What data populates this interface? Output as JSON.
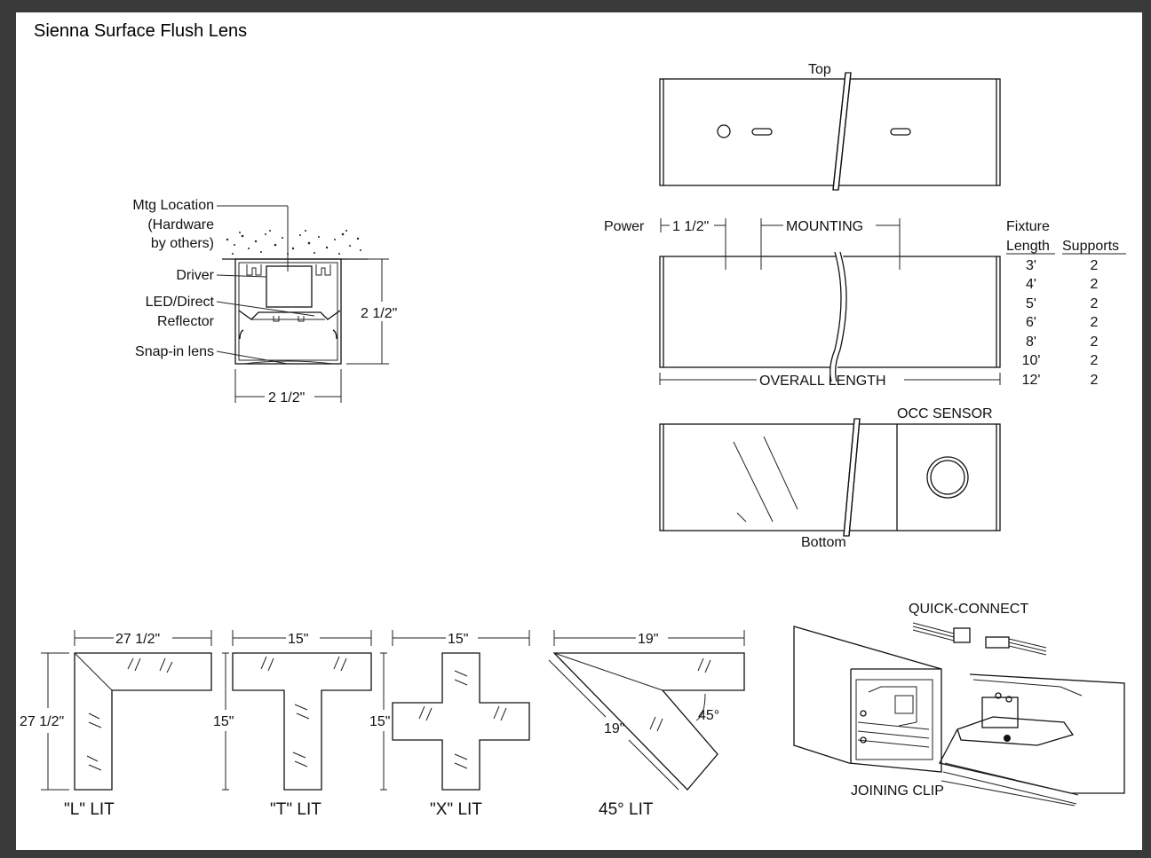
{
  "title": "Sienna Surface Flush Lens",
  "section_view": {
    "callouts": [
      "Mtg Location",
      "(Hardware",
      "by others)",
      "Driver",
      "LED/Direct",
      "Reflector",
      "Snap-in lens"
    ],
    "height_dim": "2 1/2\"",
    "width_dim": "2 1/2\""
  },
  "top_view": {
    "label": "Top"
  },
  "side_view": {
    "power": "Power",
    "offset": "1 1/2\"",
    "mounting": "MOUNTING",
    "overall": "OVERALL LENGTH"
  },
  "support_table": {
    "header_line1": "Fixture",
    "header_line2": "Length",
    "header_supports": "Supports",
    "rows": [
      {
        "length": "3'",
        "supports": "2"
      },
      {
        "length": "4'",
        "supports": "2"
      },
      {
        "length": "5'",
        "supports": "2"
      },
      {
        "length": "6'",
        "supports": "2"
      },
      {
        "length": "8'",
        "supports": "2"
      },
      {
        "length": "10'",
        "supports": "2"
      },
      {
        "length": "12'",
        "supports": "2"
      }
    ]
  },
  "bottom_view": {
    "label": "Bottom",
    "sensor": "OCC SENSOR"
  },
  "configs": {
    "l": {
      "name": "\"L\" LIT",
      "w": "27 1/2\"",
      "h": "27 1/2\""
    },
    "t": {
      "name": "\"T\" LIT",
      "w": "15\"",
      "h": "15\""
    },
    "x": {
      "name": "\"X\" LIT",
      "w": "15\"",
      "h": "15\""
    },
    "a45": {
      "name": "45° LIT",
      "w": "19\"",
      "side": "19\"",
      "angle": "45°"
    }
  },
  "connect": {
    "quick": "QUICK-CONNECT",
    "clip": "JOINING CLIP"
  }
}
